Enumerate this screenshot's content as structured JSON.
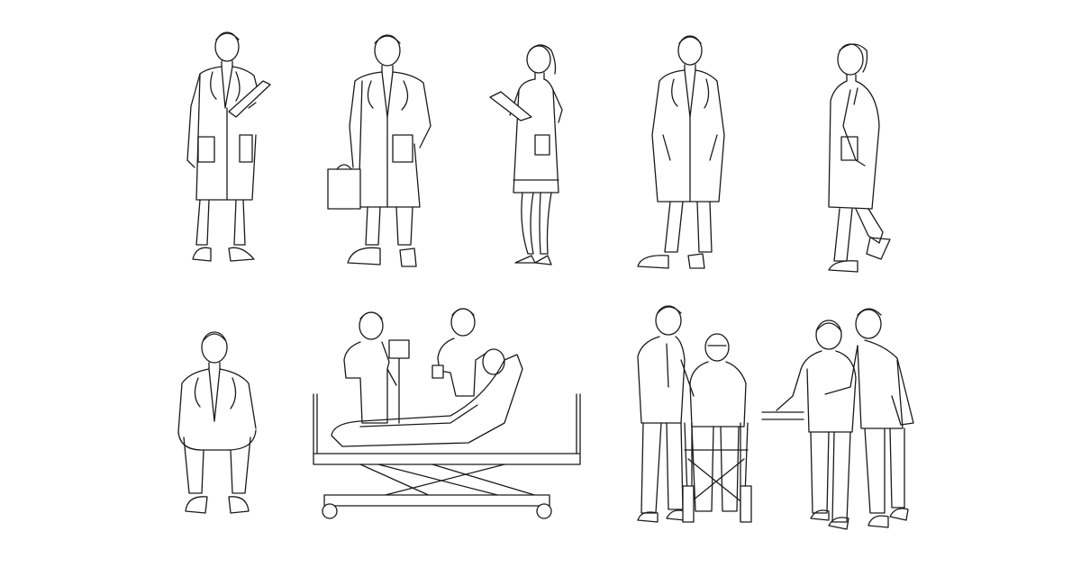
{
  "image": {
    "background_color": "#ffffff",
    "line_color": "#1a1a1a",
    "figures": [
      {
        "id": "doctor-clipboard"
      },
      {
        "id": "doctor-briefcase"
      },
      {
        "id": "nurse-clipboard"
      },
      {
        "id": "doctor-standing"
      },
      {
        "id": "doctor-walking"
      },
      {
        "id": "doctor-seated"
      },
      {
        "id": "patient-bed-group"
      },
      {
        "id": "elderly-walker-group"
      },
      {
        "id": "patient-assisted-walk-group"
      }
    ]
  }
}
